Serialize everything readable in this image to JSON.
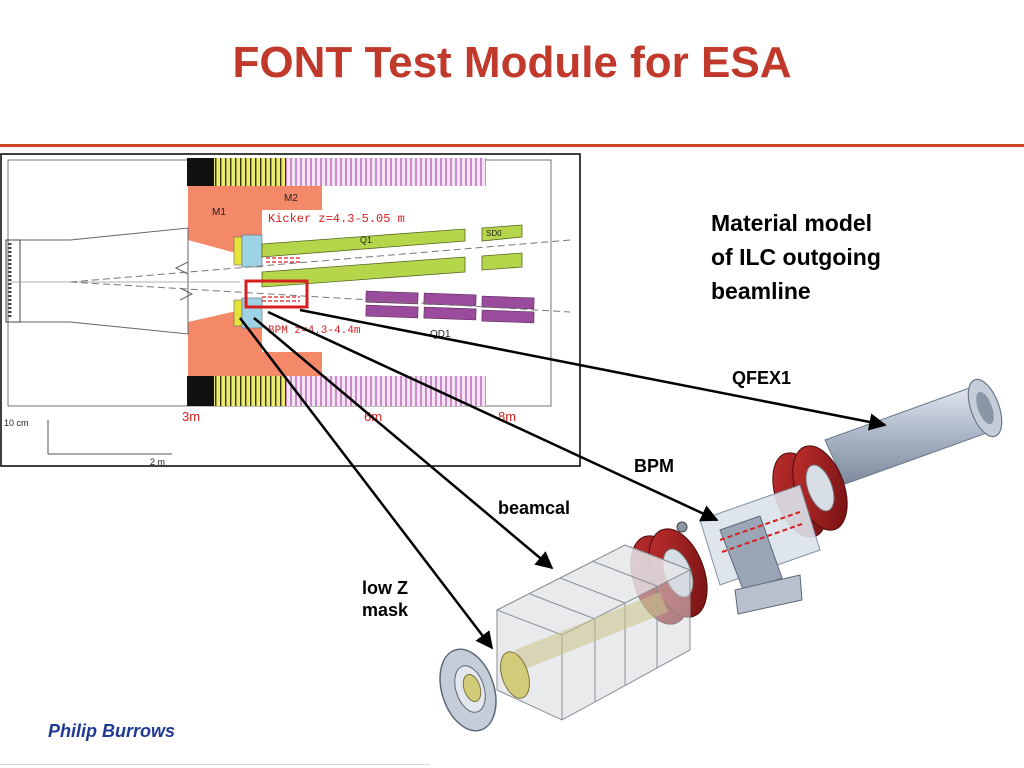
{
  "slide": {
    "title": "FONT Test Module for ESA",
    "author": "Philip Burrows"
  },
  "colors": {
    "title": "#c0392b",
    "rule": "#cc4422",
    "author": "#1f3a93",
    "magnet_salmon": "#f4896a",
    "quad_green": "#b5d64a",
    "yoke_yellow": "#e6e23a",
    "cyan_block": "#9ed3e6",
    "magenta_block": "#9b4b9c",
    "flange_red": "#a01c1c",
    "drawing_red": "#d62020",
    "steel": "#b4c0d0"
  },
  "drawing": {
    "m1": "M1",
    "m2": "M2",
    "kicker": "Kicker z=4.3-5.05 m",
    "q1": "Q1",
    "sd0": "SD0",
    "bpm": "BPM z=4.3-4.4m",
    "qd1": "QD1",
    "scale_10cm": "10 cm",
    "scale_2m": "2 m",
    "tick_3m": "3m",
    "tick_6m": "6m",
    "tick_8m": "8m"
  },
  "caption": {
    "line1": "Material model",
    "line2": "of ILC outgoing",
    "line3": "beamline"
  },
  "callouts": {
    "qfex1": "QFEX1",
    "bpm": "BPM",
    "beamcal": "beamcal",
    "lowz_line1": "low Z",
    "lowz_line2": "mask"
  }
}
